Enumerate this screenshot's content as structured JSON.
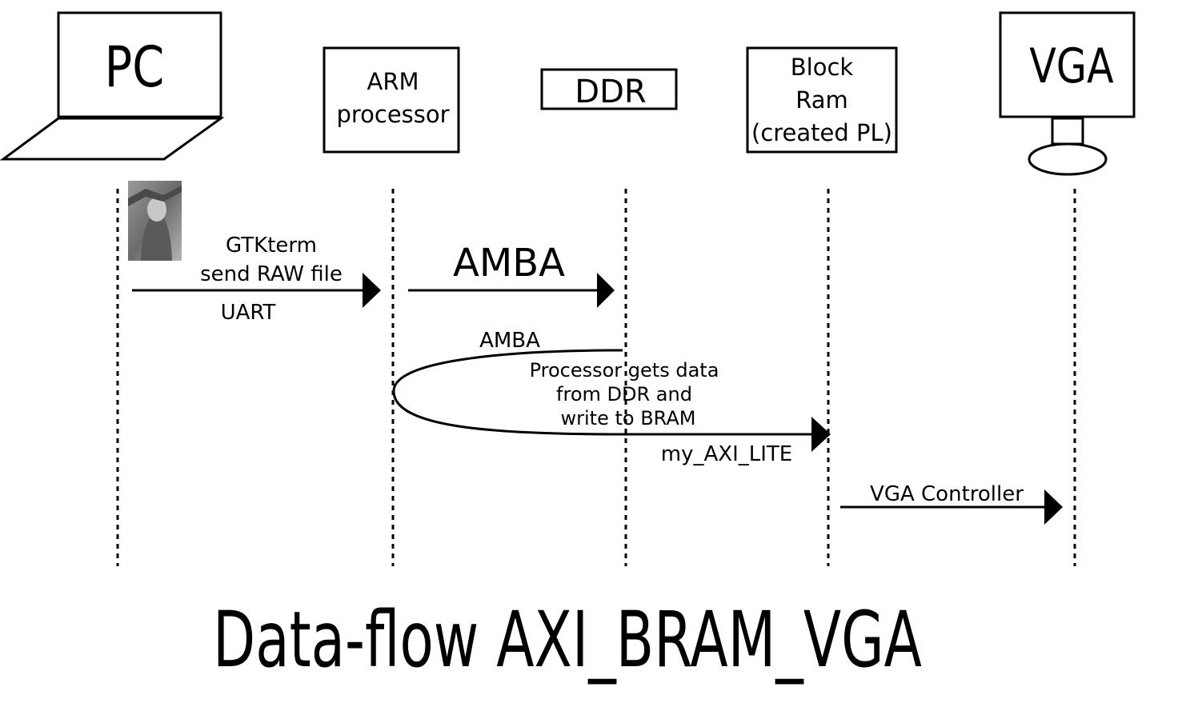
{
  "diagram": {
    "title": "Data-flow AXI_BRAM_VGA",
    "participants": {
      "pc": "PC",
      "arm_line1": "ARM",
      "arm_line2": "processor",
      "ddr": "DDR",
      "bram_line1": "Block",
      "bram_line2": "Ram",
      "bram_line3": "(created PL)",
      "vga": "VGA"
    },
    "messages": {
      "gtk_line1": "GTKterm",
      "gtk_line2": "send RAW file",
      "uart": "UART",
      "amba_big": "AMBA",
      "amba_small": "AMBA",
      "proc_line1": "Processor gets data",
      "proc_line2": "from DDR and",
      "proc_line3": "write to BRAM",
      "axi_lite": "my_AXI_LITE",
      "vga_ctrl": "VGA Controller"
    }
  }
}
